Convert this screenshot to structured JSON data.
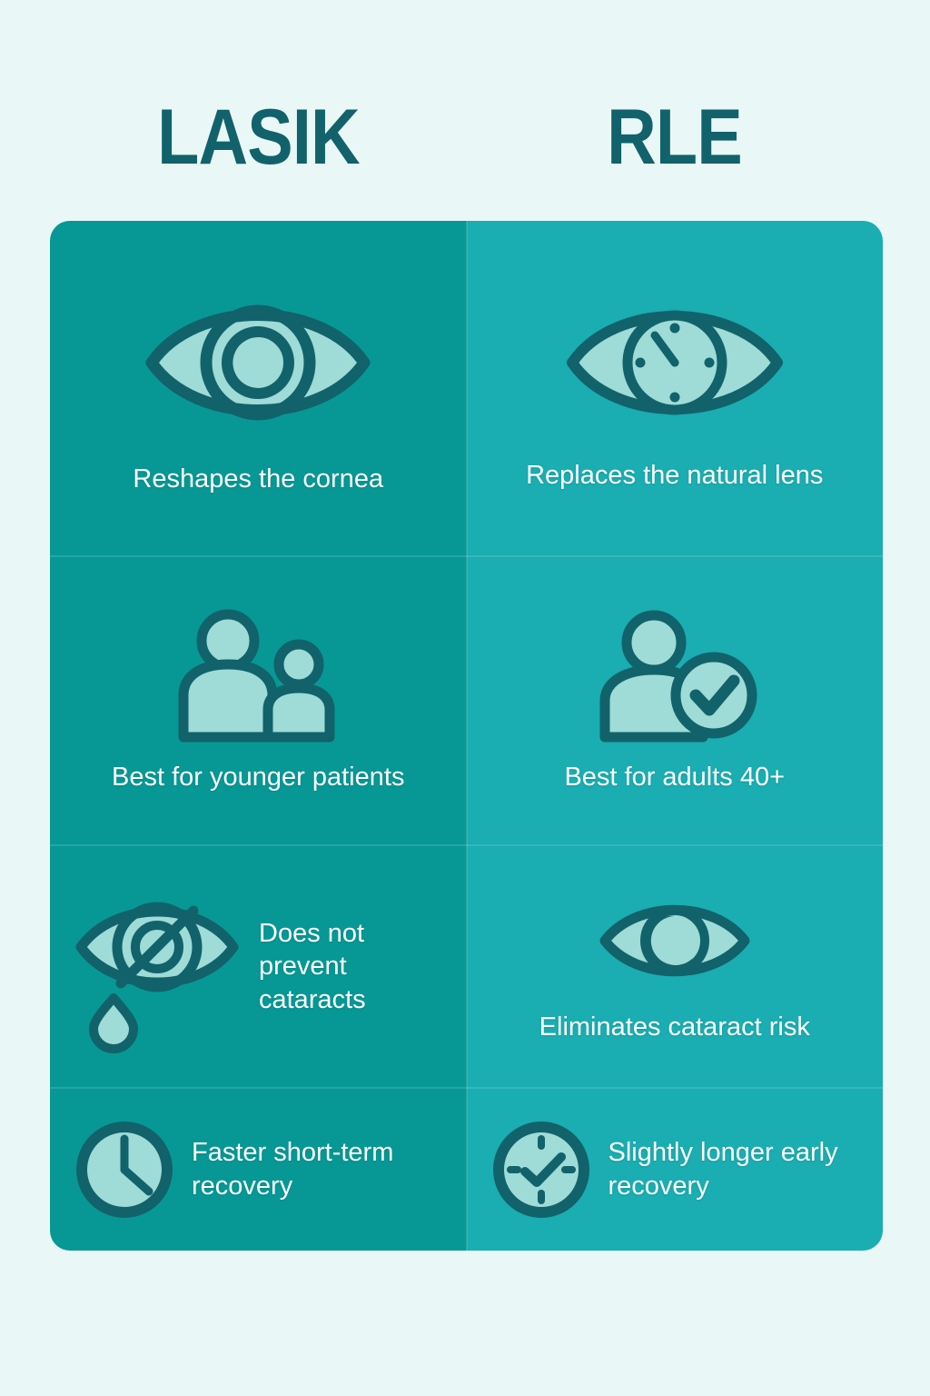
{
  "title_row": {
    "left": "LASIK",
    "right": "RLE"
  },
  "colors": {
    "background": "#e9f8f7",
    "left_column": "#079895",
    "right_column": "#1aadb1",
    "heading_text": "#12626b",
    "icon_fill": "#9fdbd7",
    "icon_stroke": "#12626b",
    "label_text": "#ffffff"
  },
  "comparison": {
    "columns": [
      {
        "name": "LASIK",
        "rows": [
          {
            "icon": "eye-iris-icon",
            "label": "Reshapes the cornea",
            "layout": "vertical"
          },
          {
            "icon": "two-people-icon",
            "label": "Best for younger patients",
            "layout": "vertical"
          },
          {
            "icon": "eye-crossed-tear-icon",
            "label": "Does not prevent cataracts",
            "layout": "horizontal"
          },
          {
            "icon": "clock-icon",
            "label": "Faster short-term recovery",
            "layout": "horizontal"
          }
        ]
      },
      {
        "name": "RLE",
        "rows": [
          {
            "icon": "eye-lens-clock-icon",
            "label": "Replaces the natural lens",
            "layout": "vertical"
          },
          {
            "icon": "person-check-icon",
            "label": "Best for adults 40+",
            "layout": "vertical"
          },
          {
            "icon": "eye-crescent-icon",
            "label": "Eliminates cataract risk",
            "layout": "vertical"
          },
          {
            "icon": "clock-check-icon",
            "label": "Slightly longer early recovery",
            "layout": "horizontal"
          }
        ]
      }
    ]
  }
}
